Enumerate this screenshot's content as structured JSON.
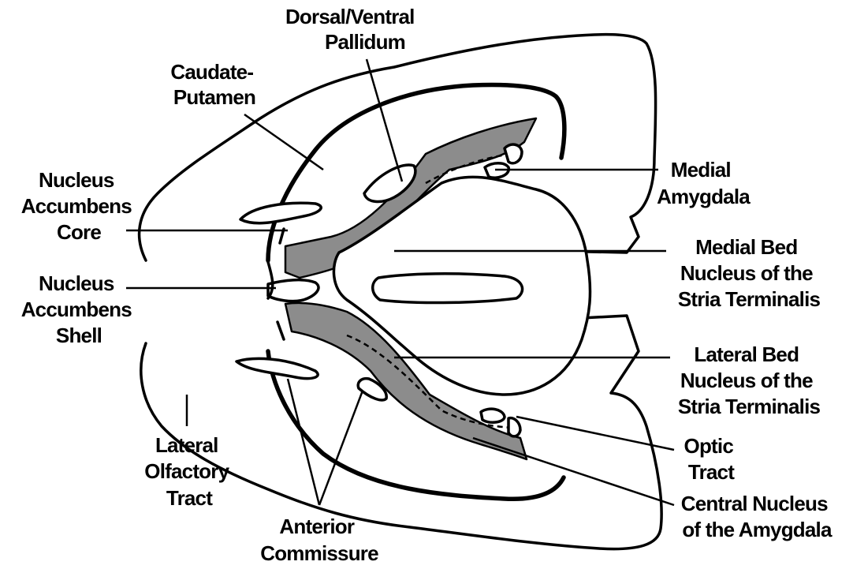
{
  "labels": {
    "dorsal_ventral_pallidum": [
      "Dorsal/Ventral",
      "Pallidum"
    ],
    "caudate_putamen": [
      "Caudate-",
      "Putamen"
    ],
    "nucleus_accumbens_core": [
      "Nucleus",
      "Accumbens",
      "Core"
    ],
    "nucleus_accumbens_shell": [
      "Nucleus",
      "Accumbens",
      "Shell"
    ],
    "lateral_olfactory_tract": [
      "Lateral",
      "Olfactory",
      "Tract"
    ],
    "anterior_commissure": [
      "Anterior",
      "Commissure"
    ],
    "medial_amygdala": [
      "Medial",
      "Amygdala"
    ],
    "medial_bed_nucleus": [
      "Medial Bed",
      "Nucleus of the",
      "Stria Terminalis"
    ],
    "lateral_bed_nucleus": [
      "Lateral Bed",
      "Nucleus of the",
      "Stria Terminalis"
    ],
    "optic_tract": [
      "Optic",
      "Tract"
    ],
    "central_nucleus_amygdala": [
      "Central Nucleus",
      "of the Amygdala"
    ]
  },
  "colors": {
    "shaded_region": "#8c8c8c",
    "line": "#000000",
    "background": "#ffffff"
  }
}
